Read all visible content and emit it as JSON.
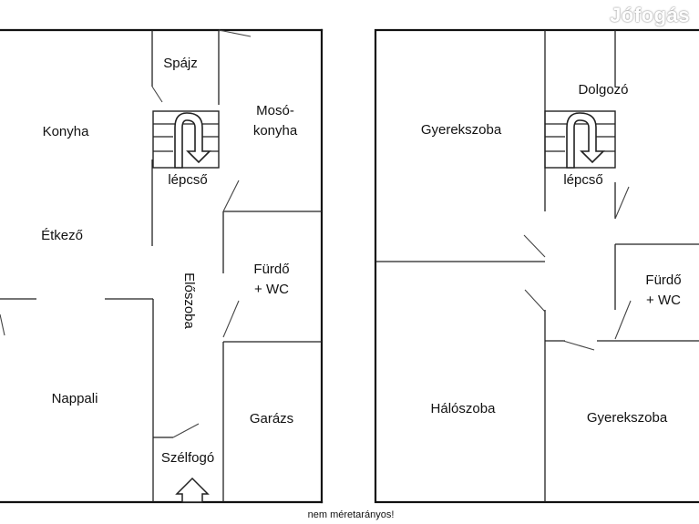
{
  "watermark": "Jófogás",
  "note": "nem méretarányos!",
  "ground_floor": {
    "rooms": [
      {
        "label": "Spájz"
      },
      {
        "label": "Konyha"
      },
      {
        "label": "Mosó-",
        "label2": "konyha"
      },
      {
        "label": "lépcső"
      },
      {
        "label": "Étkező"
      },
      {
        "label": "Előszoba"
      },
      {
        "label": "Fürdő",
        "label2": "+ WC"
      },
      {
        "label": "Nappali"
      },
      {
        "label": "Garázs"
      },
      {
        "label": "Szélfogó"
      }
    ]
  },
  "upper_floor": {
    "rooms": [
      {
        "label": "Dolgozó"
      },
      {
        "label": "Gyerekszoba"
      },
      {
        "label": "lépcső"
      },
      {
        "label": "Fürdő",
        "label2": "+ WC"
      },
      {
        "label": "Hálószoba"
      },
      {
        "label": "Gyerekszoba"
      }
    ]
  }
}
